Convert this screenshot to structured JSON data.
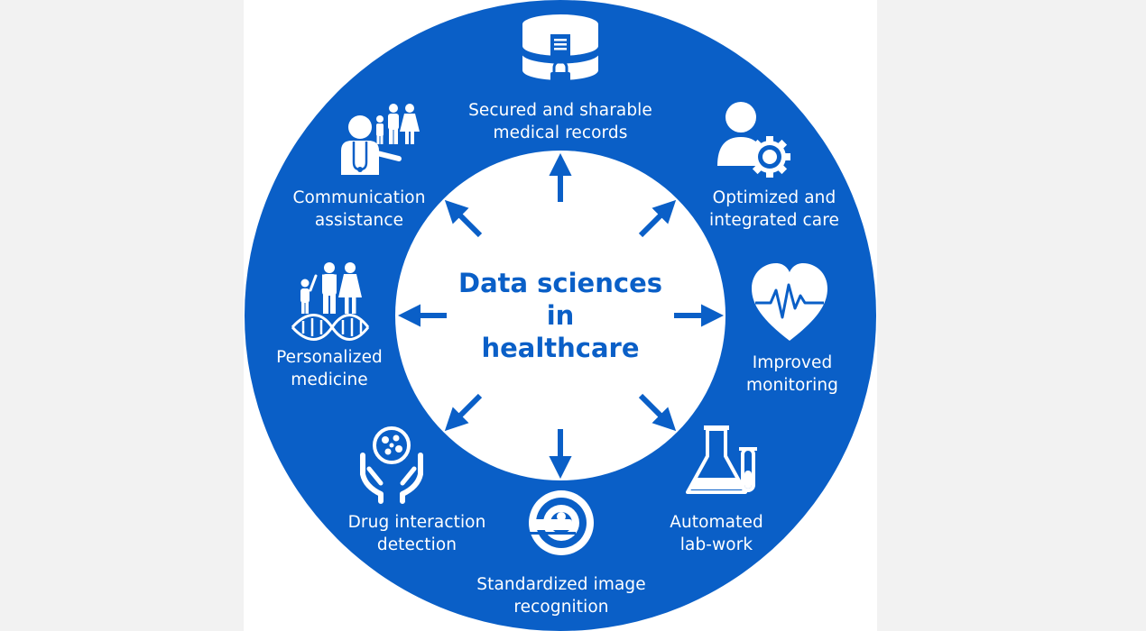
{
  "diagram": {
    "center": {
      "line1": "Data sciences",
      "line2": "in",
      "line3": "healthcare"
    },
    "items": [
      {
        "id": "records",
        "icon": "secure-database-icon",
        "line1": "Secured and sharable",
        "line2": "medical records"
      },
      {
        "id": "care",
        "icon": "user-gear-icon",
        "line1": "Optimized and",
        "line2": "integrated care"
      },
      {
        "id": "monitoring",
        "icon": "heart-pulse-icon",
        "line1": "Improved",
        "line2": "monitoring"
      },
      {
        "id": "lab",
        "icon": "lab-flask-icon",
        "line1": "Automated",
        "line2": "lab-work"
      },
      {
        "id": "image",
        "icon": "mri-scanner-icon",
        "line1": "Standardized image",
        "line2": "recognition"
      },
      {
        "id": "drug",
        "icon": "hands-pill-icon",
        "line1": "Drug interaction",
        "line2": "detection"
      },
      {
        "id": "personalized",
        "icon": "family-dna-icon",
        "line1": "Personalized",
        "line2": "medicine"
      },
      {
        "id": "communication",
        "icon": "doctor-family-icon",
        "line1": "Communication",
        "line2": "assistance"
      }
    ],
    "colors": {
      "ring": "#0a5fc7",
      "inner": "#ffffff",
      "text_on_ring": "#ffffff",
      "center_text": "#0a5fc7",
      "page_background": "#f2f2f2"
    }
  }
}
